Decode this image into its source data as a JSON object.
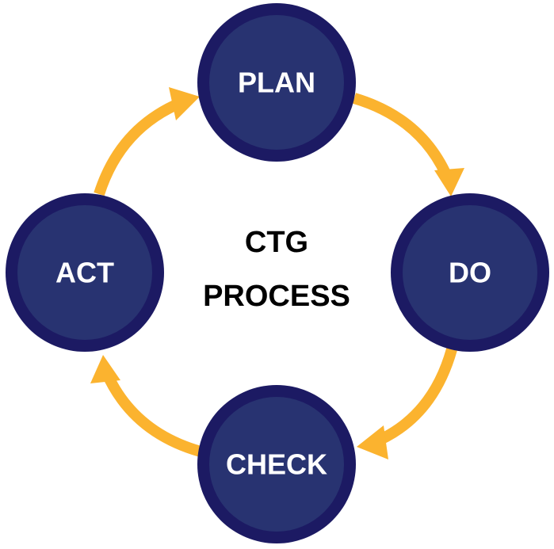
{
  "diagram": {
    "center": {
      "line1": "CTG",
      "line2": "PROCESS"
    },
    "nodes": [
      {
        "id": "plan",
        "label": "PLAN"
      },
      {
        "id": "do",
        "label": "DO"
      },
      {
        "id": "check",
        "label": "CHECK"
      },
      {
        "id": "act",
        "label": "ACT"
      }
    ],
    "colors": {
      "circle_fill": "#283371",
      "circle_ring": "#1c1a63",
      "arrow": "#fbb32f",
      "text_light": "#ffffff",
      "text_dark": "#000000"
    },
    "flow": [
      "plan",
      "do",
      "check",
      "act",
      "plan"
    ]
  }
}
